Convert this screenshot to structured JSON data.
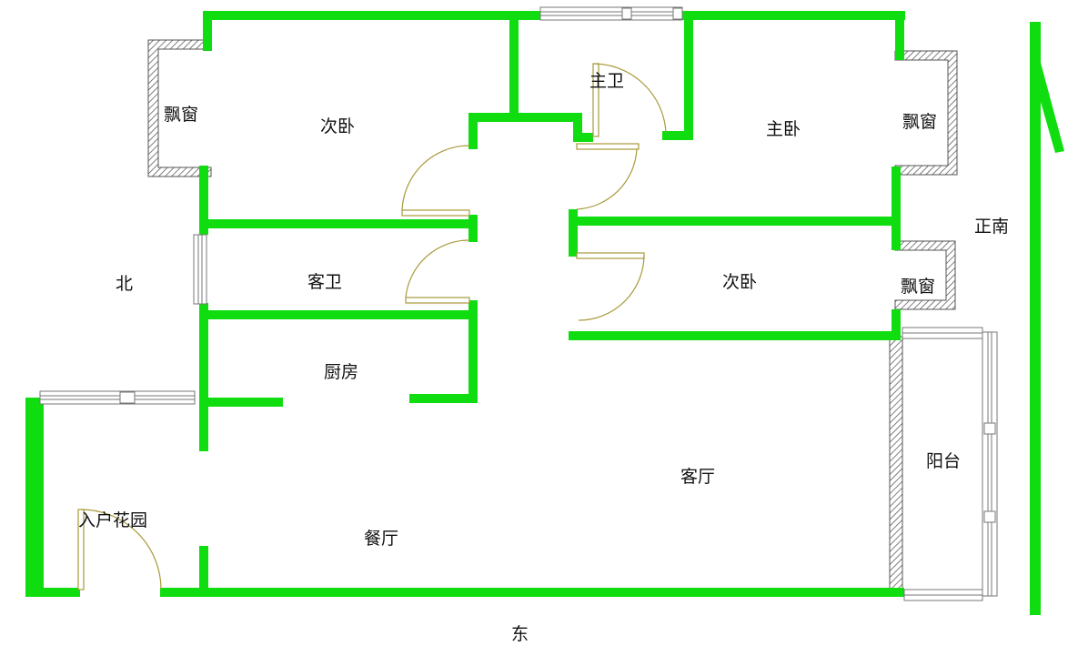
{
  "rooms": {
    "bay_window_nw": "飘窗",
    "bedroom_second_north": "次卧",
    "master_bath": "主卫",
    "master_bedroom": "主卧",
    "bay_window_ne": "飘窗",
    "guest_bath": "客卫",
    "bedroom_second_south": "次卧",
    "bay_window_e": "飘窗",
    "kitchen": "厨房",
    "living_room": "客厅",
    "balcony": "阳台",
    "entry_garden": "入户花园",
    "dining_room": "餐厅"
  },
  "compass": {
    "north": "北",
    "east": "东",
    "true_south": "正南"
  },
  "colors": {
    "wall": "#10dd10",
    "door": "#a89a3a",
    "text": "#111111"
  }
}
